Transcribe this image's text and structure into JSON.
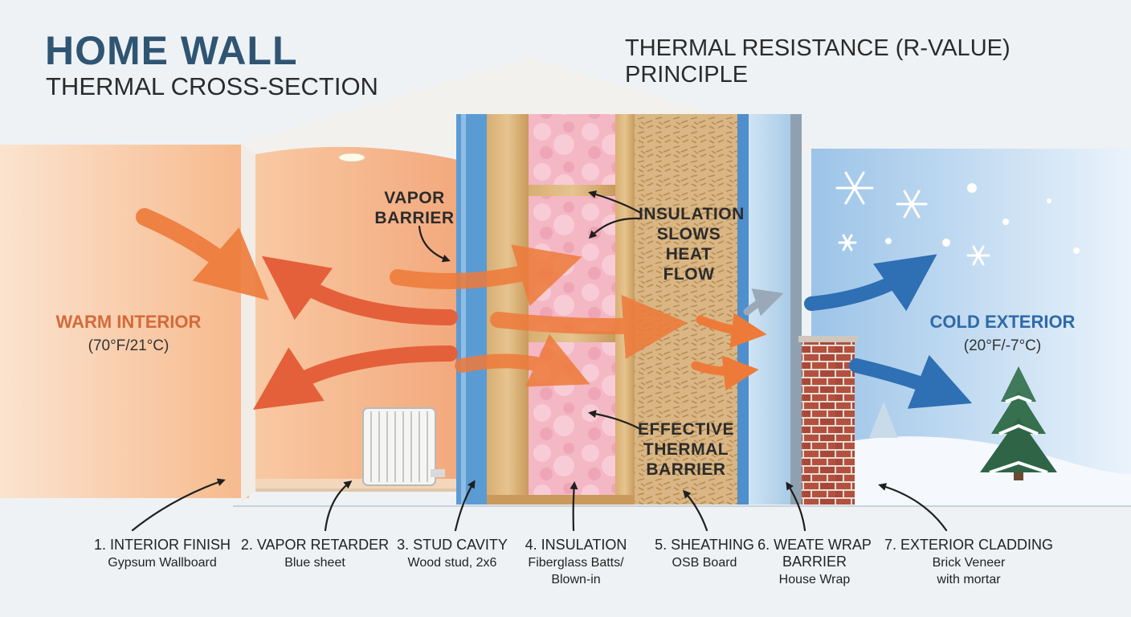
{
  "header": {
    "title": "HOME WALL",
    "subtitle": "THERMAL CROSS-SECTION",
    "principle": "THERMAL RESISTANCE (R-VALUE) PRINCIPLE"
  },
  "sides": {
    "warm": {
      "label": "WARM INTERIOR",
      "temp": "(70°F/21°C)"
    },
    "cold": {
      "label": "COLD EXTERIOR",
      "temp": "(20°F/-7°C)"
    }
  },
  "callouts": {
    "vapor": [
      "VAPOR",
      "BARRIER"
    ],
    "slows": [
      "INSULATION",
      "SLOWS HEAT",
      "FLOW"
    ],
    "effective": [
      "EFFECTIVE",
      "THERMAL",
      "BARRIER"
    ]
  },
  "layers": [
    {
      "name": [
        "1. INTERIOR FINISH"
      ],
      "desc": [
        "Gypsum Wallboard"
      ]
    },
    {
      "name": [
        "2. VAPOR RETARDER"
      ],
      "desc": [
        "Blue sheet"
      ]
    },
    {
      "name": [
        "3. STUD CAVITY"
      ],
      "desc": [
        "Wood stud, 2x6"
      ]
    },
    {
      "name": [
        "4. INSULATION"
      ],
      "desc": [
        "Fiberglass Batts/",
        "Blown-in"
      ]
    },
    {
      "name": [
        "5. SHEATHING"
      ],
      "desc": [
        "OSB Board"
      ]
    },
    {
      "name": [
        "6. WEATE WRAP",
        "BARRIER"
      ],
      "desc": [
        "House Wrap"
      ]
    },
    {
      "name": [
        "7. EXTERIOR CLADDING"
      ],
      "desc": [
        "Brick Veneer",
        "with mortar"
      ]
    }
  ],
  "colors": {
    "warm_arrow": "#ee7a3a",
    "cold_arrow": "#2f6fb3",
    "insulation": "#f4b7c4",
    "vapor_sheet": "#5b9bd4",
    "brick": "#b4513e",
    "title": "#2f5573"
  },
  "icons": [
    "snowflake-icon",
    "radiator-icon",
    "pine-tree-icon",
    "ceiling-light-icon"
  ]
}
